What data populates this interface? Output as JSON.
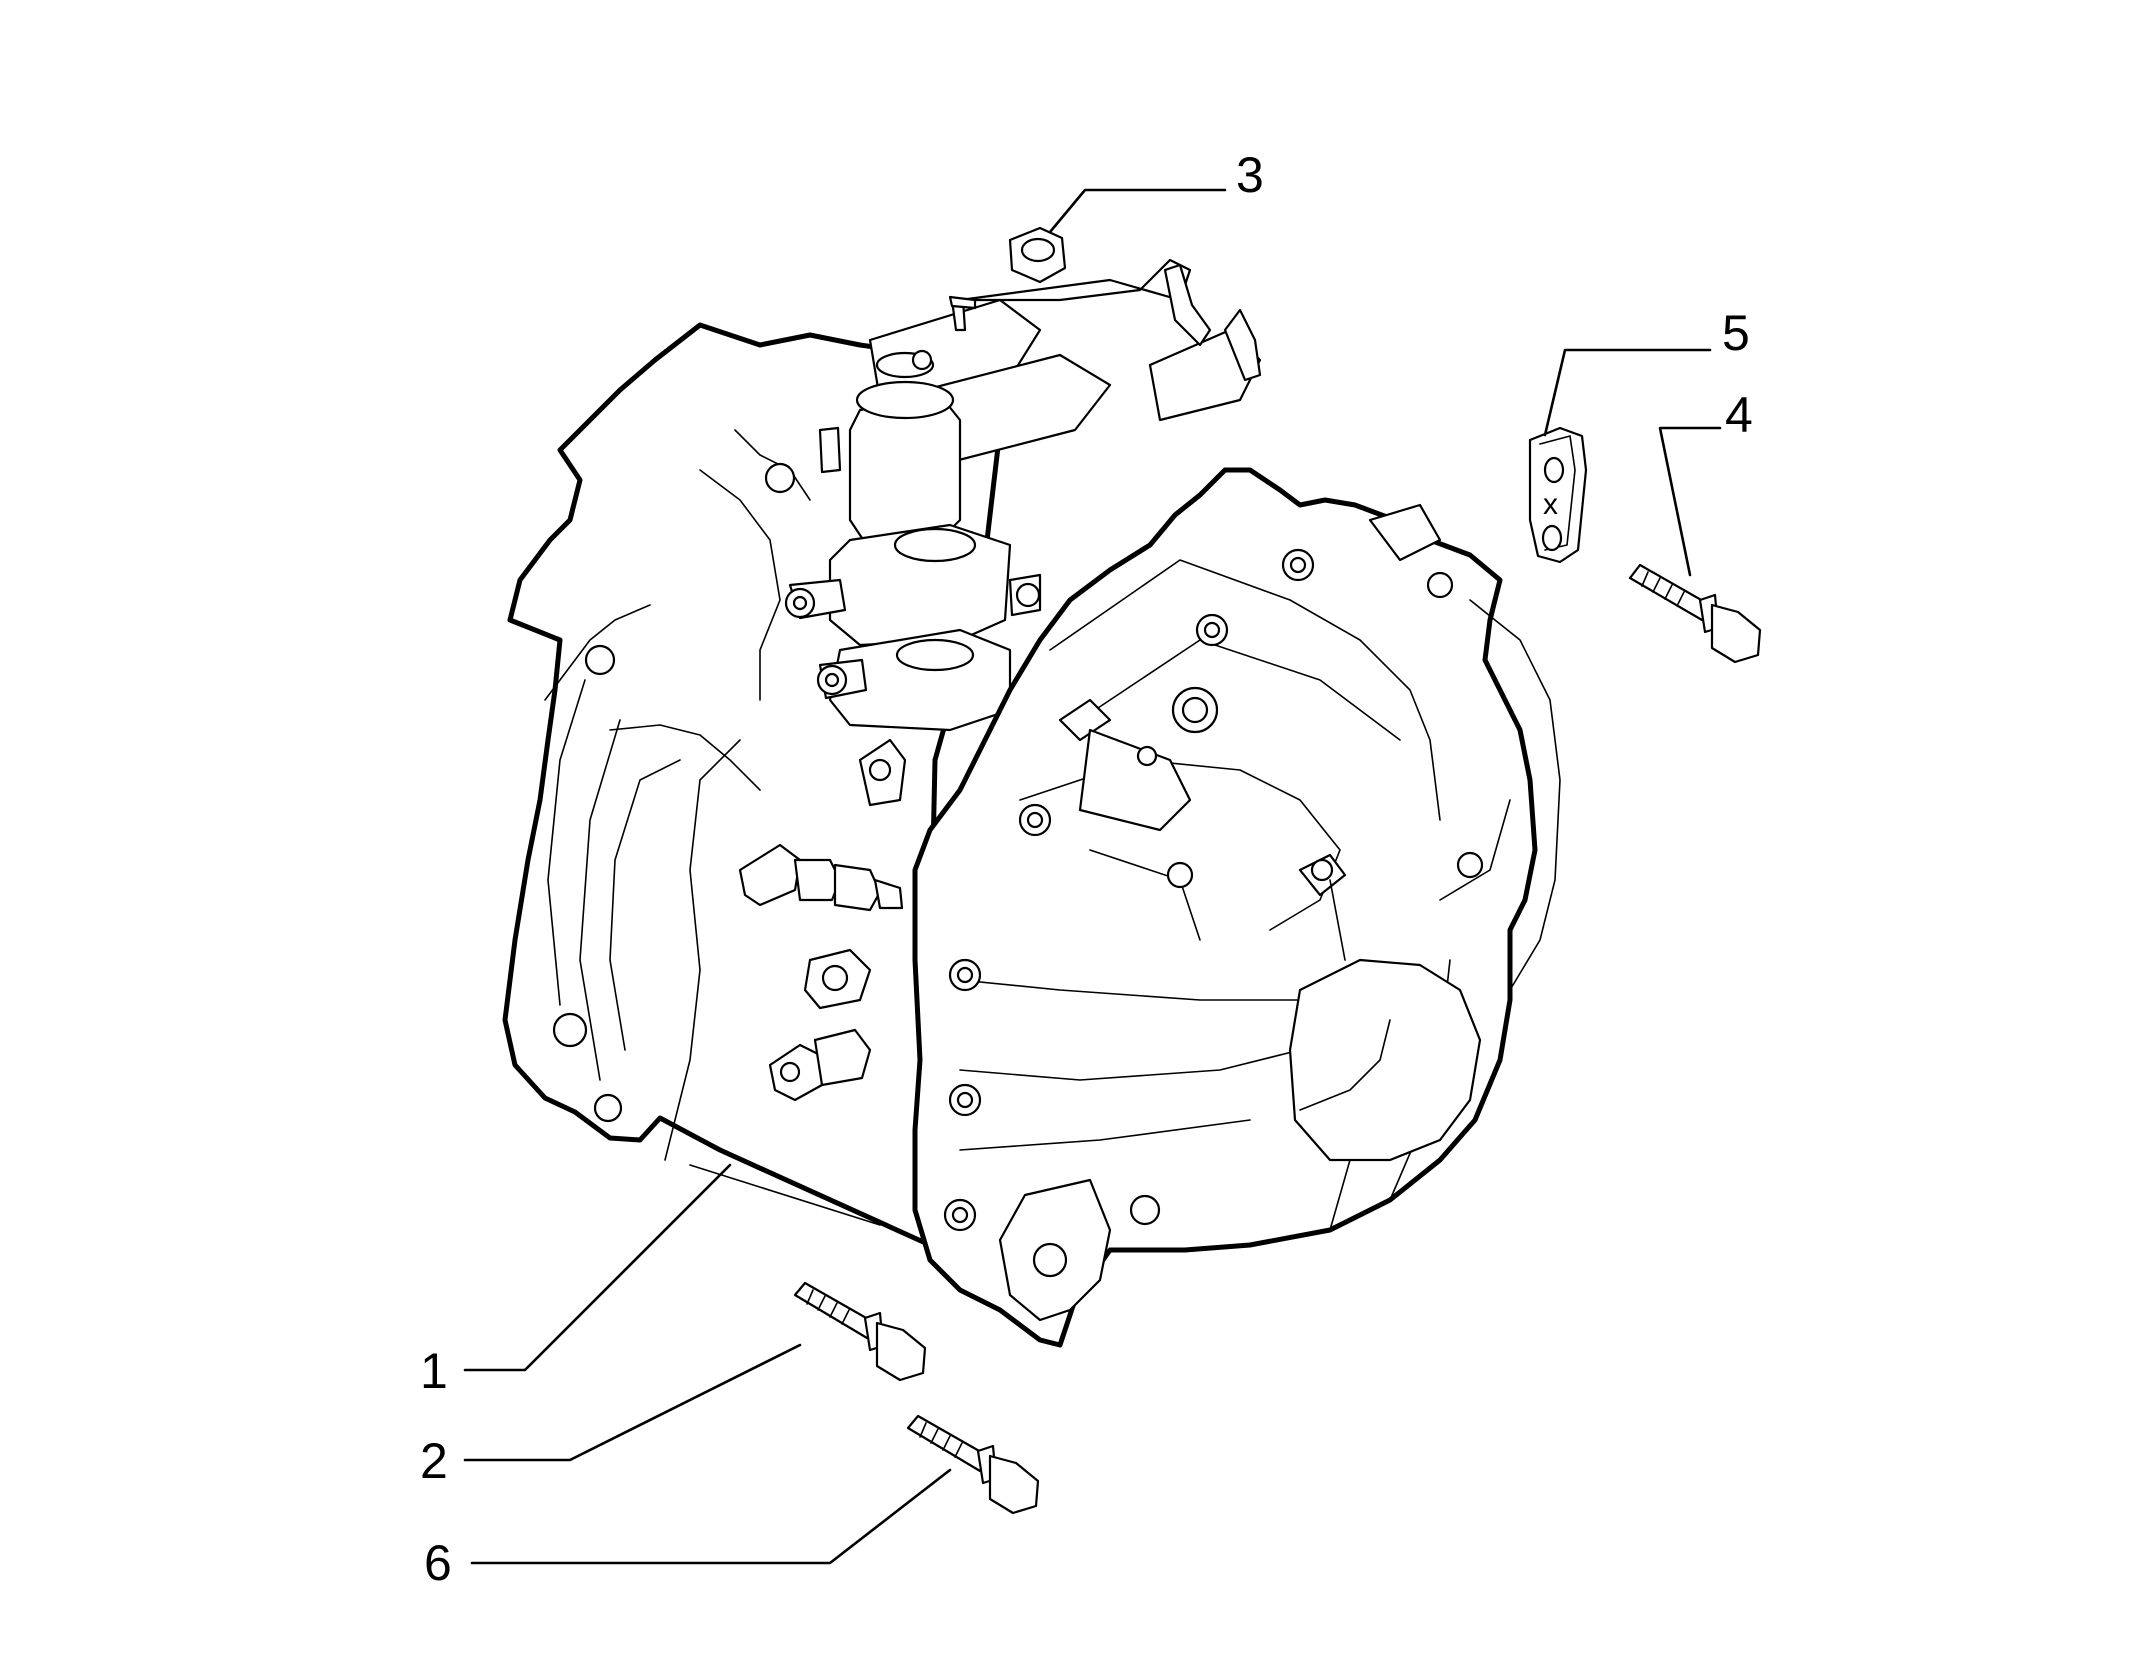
{
  "diagram": {
    "callouts": [
      {
        "id": "1",
        "label": "1"
      },
      {
        "id": "2",
        "label": "2"
      },
      {
        "id": "3",
        "label": "3"
      },
      {
        "id": "4",
        "label": "4"
      },
      {
        "id": "5",
        "label": "5"
      },
      {
        "id": "6",
        "label": "6"
      }
    ],
    "bracket_mark": "x"
  }
}
